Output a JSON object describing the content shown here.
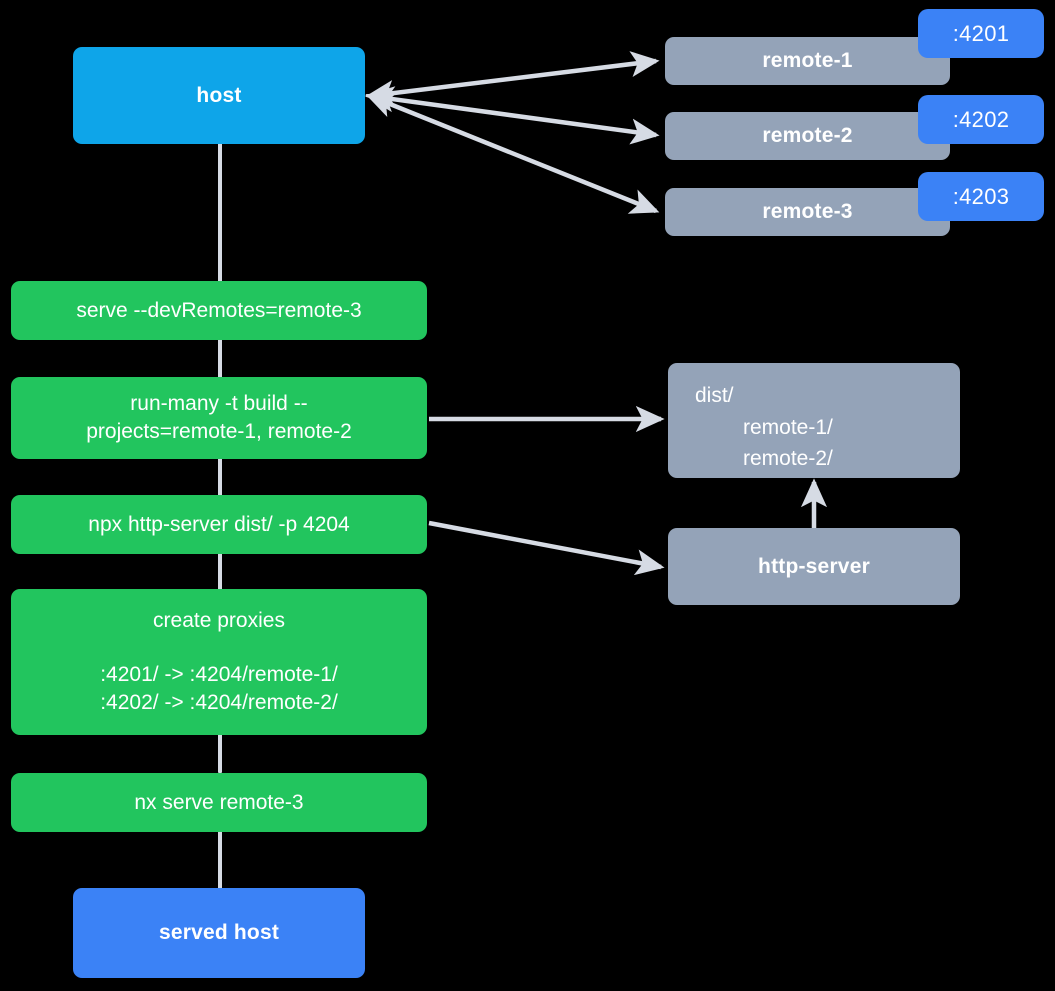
{
  "diagram": {
    "title": "Nx module federation host and remotes serve flow",
    "colors": {
      "host": "#0EA5E9",
      "served_host": "#3B82F6",
      "remote": "#94A3B8",
      "command": "#22C55E",
      "port_badge": "#3B82F6",
      "edge": "#D6DBE4",
      "background": "#000000",
      "text": "#FFFFFF"
    }
  },
  "nodes": {
    "host": {
      "label": "host"
    },
    "served_host": {
      "label": "served host"
    },
    "remotes": [
      {
        "label": "remote-1",
        "port": ":4201"
      },
      {
        "label": "remote-2",
        "port": ":4202"
      },
      {
        "label": "remote-3",
        "port": ":4203"
      }
    ],
    "commands": [
      {
        "label": "serve --devRemotes=remote-3"
      },
      {
        "line1": "run-many -t build --",
        "line2": "projects=remote-1, remote-2"
      },
      {
        "label": "npx http-server dist/ -p 4204"
      },
      {
        "title": "create proxies",
        "mapping1": ":4201/ -> :4204/remote-1/",
        "mapping2": ":4202/ -> :4204/remote-2/"
      },
      {
        "label": "nx serve remote-3"
      }
    ],
    "dist": {
      "root": "dist/",
      "child1": "remote-1/",
      "child2": "remote-2/"
    },
    "http_server": {
      "label": "http-server"
    }
  },
  "chart_data": {
    "type": "diagram",
    "title": "Nx module federation host and remotes serve flow",
    "nodes": [
      {
        "id": "host",
        "label": "host",
        "kind": "host",
        "color": "#0EA5E9"
      },
      {
        "id": "remote-1",
        "label": "remote-1",
        "kind": "remote",
        "color": "#94A3B8",
        "port": ":4201"
      },
      {
        "id": "remote-2",
        "label": "remote-2",
        "kind": "remote",
        "color": "#94A3B8",
        "port": ":4202"
      },
      {
        "id": "remote-3",
        "label": "remote-3",
        "kind": "remote",
        "color": "#94A3B8",
        "port": ":4203"
      },
      {
        "id": "cmd-serve",
        "label": "serve --devRemotes=remote-3",
        "kind": "command",
        "color": "#22C55E"
      },
      {
        "id": "cmd-run-many",
        "label": "run-many -t build --projects=remote-1, remote-2",
        "kind": "command",
        "color": "#22C55E"
      },
      {
        "id": "cmd-http-server",
        "label": "npx http-server dist/ -p 4204",
        "kind": "command",
        "color": "#22C55E"
      },
      {
        "id": "cmd-proxies",
        "label": "create proxies :4201/ -> :4204/remote-1/ :4202/ -> :4204/remote-2/",
        "kind": "command",
        "color": "#22C55E"
      },
      {
        "id": "cmd-serve-remote-3",
        "label": "nx serve remote-3",
        "kind": "command",
        "color": "#22C55E"
      },
      {
        "id": "dist",
        "label": "dist/ remote-1/ remote-2/",
        "kind": "artifact",
        "color": "#94A3B8"
      },
      {
        "id": "http-server",
        "label": "http-server",
        "kind": "process",
        "color": "#94A3B8"
      },
      {
        "id": "served-host",
        "label": "served host",
        "kind": "host",
        "color": "#3B82F6"
      }
    ],
    "edges": [
      {
        "from": "host",
        "to": "remote-1",
        "style": "arrow"
      },
      {
        "from": "host",
        "to": "remote-2",
        "style": "arrow"
      },
      {
        "from": "host",
        "to": "remote-3",
        "style": "arrow"
      },
      {
        "from": "host",
        "to": "cmd-serve",
        "style": "line"
      },
      {
        "from": "cmd-serve",
        "to": "cmd-run-many",
        "style": "line"
      },
      {
        "from": "cmd-run-many",
        "to": "dist",
        "style": "arrow"
      },
      {
        "from": "cmd-run-many",
        "to": "cmd-http-server",
        "style": "line"
      },
      {
        "from": "cmd-http-server",
        "to": "http-server",
        "style": "arrow"
      },
      {
        "from": "http-server",
        "to": "dist",
        "style": "arrow"
      },
      {
        "from": "cmd-http-server",
        "to": "cmd-proxies",
        "style": "line"
      },
      {
        "from": "cmd-proxies",
        "to": "cmd-serve-remote-3",
        "style": "line"
      },
      {
        "from": "cmd-serve-remote-3",
        "to": "served-host",
        "style": "line"
      }
    ]
  }
}
